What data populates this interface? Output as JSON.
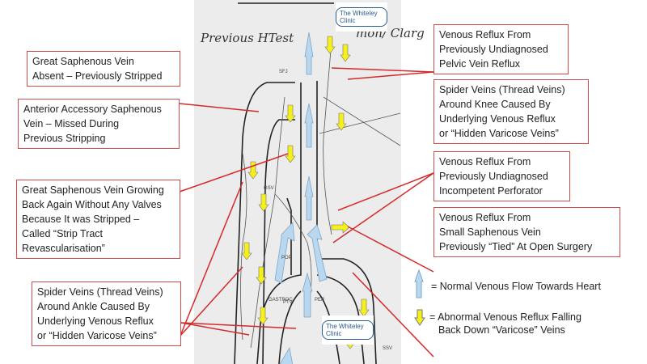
{
  "drawing": {
    "handwriting_left": "Previous HTest",
    "handwriting_right": "mon/ Clarg",
    "vein_labels": [
      "SFJ",
      "GSV",
      "POP",
      "GASTROC",
      "SSV",
      "PER",
      "PTV"
    ],
    "logo_text": "The Whiteley Clinic"
  },
  "callouts": {
    "gsv_absent": [
      "Great Saphenous Vein",
      "Absent – Previously Stripped"
    ],
    "aasv": [
      "Anterior Accessory Saphenous",
      "Vein – Missed During",
      "Previous Stripping"
    ],
    "strip_tract": [
      "Great Saphenous Vein Growing",
      "Back Again Without Any Valves",
      "Because It was Stripped –",
      "Called “Strip Tract",
      "Revascularisation”"
    ],
    "ankle_spider": [
      "Spider Veins (Thread Veins)",
      "Around Ankle Caused By",
      "Underlying Venous Reflux",
      "or “Hidden Varicose Veins”"
    ],
    "pelvic": [
      "Venous Reflux From",
      "Previously Undiagnosed",
      "Pelvic Vein Reflux"
    ],
    "knee_spider": [
      "Spider Veins (Thread Veins)",
      "Around Knee Caused By",
      "Underlying Venous Reflux",
      "or “Hidden Varicose Veins”"
    ],
    "perforator": [
      "Venous Reflux From",
      "Previously Undiagnosed",
      "Incompetent Perforator"
    ],
    "ssv": [
      "Venous Reflux From",
      "Small Saphenous Vein",
      "Previously “Tied” At Open Surgery"
    ]
  },
  "legend": {
    "normal": "= Normal Venous Flow Towards Heart",
    "abnormal_1": "= Abnormal Venous Reflux Falling",
    "abnormal_2": "Back Down “Varicose” Veins",
    "normal_icon": "blue-up-arrow",
    "abnormal_icon": "yellow-down-arrow"
  },
  "colors": {
    "callout_border": "#d24a4a",
    "pointer": "#d42a2a",
    "normal_arrow": "#b9d7ee",
    "reflux_arrow": "#f5ef1a"
  }
}
